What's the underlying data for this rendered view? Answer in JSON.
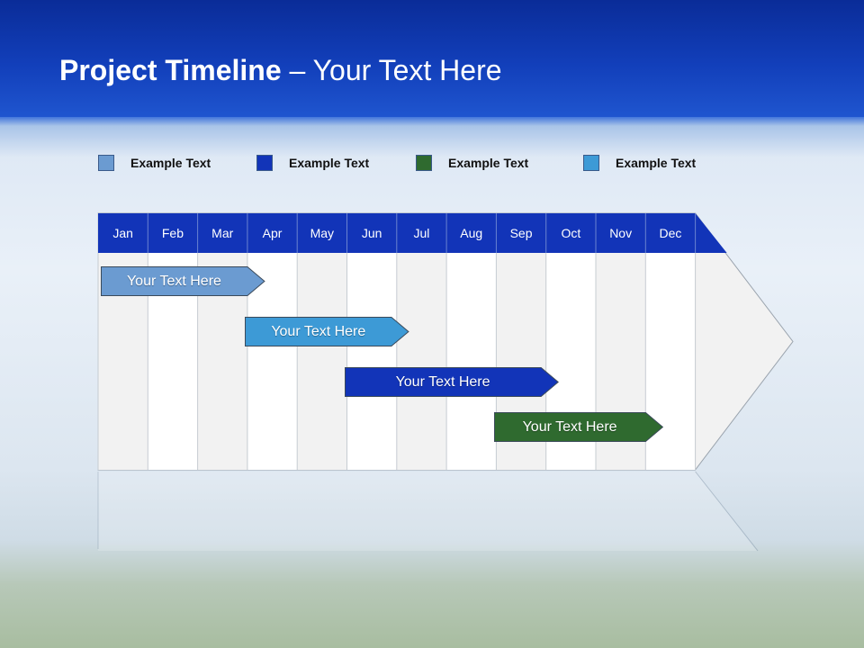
{
  "title": {
    "bold": "Project Timeline",
    "rest": " – Your Text Here"
  },
  "legend": [
    {
      "label": "Example Text",
      "color": "#6b9bd1"
    },
    {
      "label": "Example Text",
      "color": "#1234b8"
    },
    {
      "label": "Example Text",
      "color": "#2f6a2f"
    },
    {
      "label": "Example Text",
      "color": "#3d9ad6"
    }
  ],
  "timeline": {
    "months": [
      "Jan",
      "Feb",
      "Mar",
      "Apr",
      "May",
      "Jun",
      "Jul",
      "Aug",
      "Sep",
      "Oct",
      "Nov",
      "Dec"
    ],
    "header_color": "#1234b8",
    "tasks": [
      {
        "label": "Your  Text Here",
        "start_month": 1,
        "end_month": 4.0,
        "color": "#6b9bd1"
      },
      {
        "label": "Your  Text Here",
        "start_month": 3.9,
        "end_month": 6.9,
        "color": "#3d9ad6"
      },
      {
        "label": "Your  Text Here",
        "start_month": 5.9,
        "end_month": 9.9,
        "color": "#1234b8"
      },
      {
        "label": "Your  Text Here",
        "start_month": 8.9,
        "end_month": 12.0,
        "color": "#2f6a2f"
      }
    ]
  }
}
